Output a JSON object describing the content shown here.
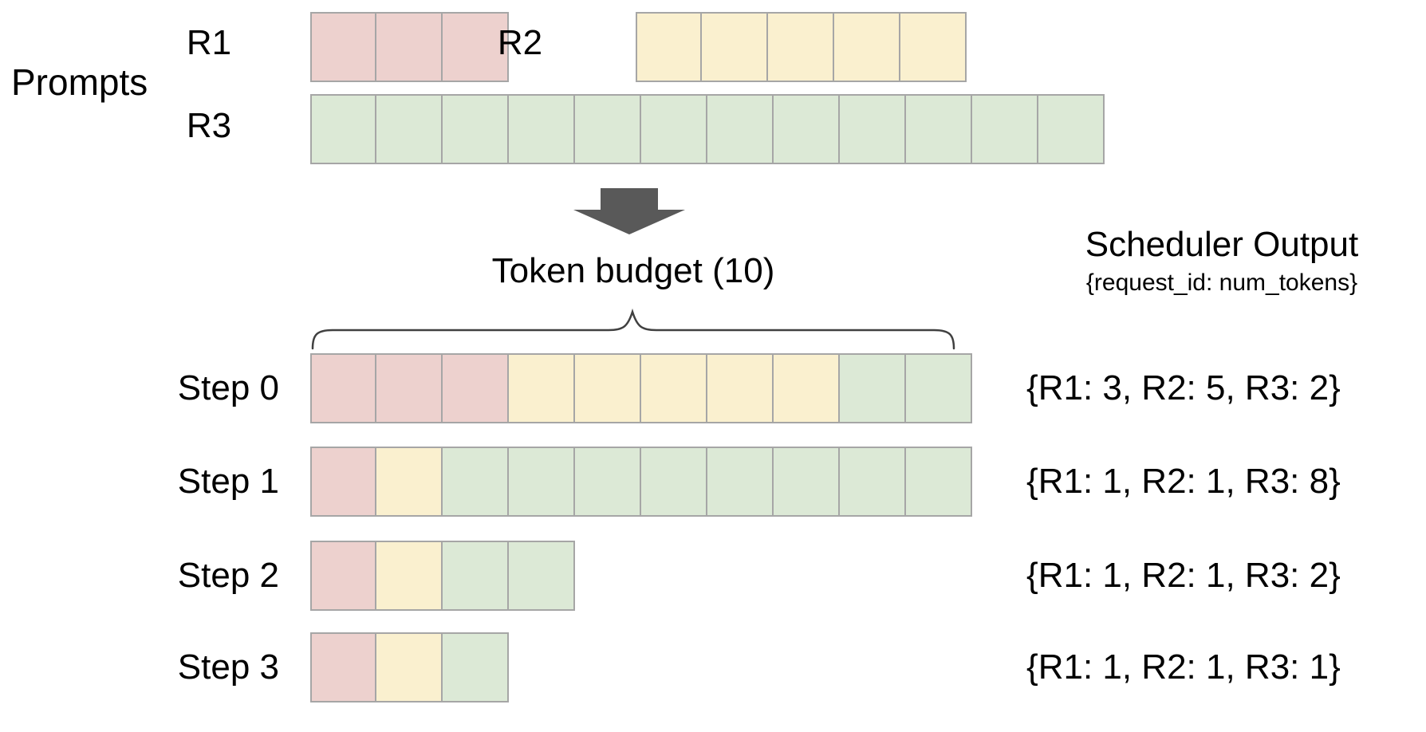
{
  "colors": {
    "requests": {
      "R1": "#edd1ce",
      "R2": "#faf0cf",
      "R3": "#dce9d6"
    },
    "cell_border": "#a6a6a6",
    "arrow": "#595959",
    "brace": "#404040",
    "text": "#000000"
  },
  "prompts": {
    "label": "Prompts",
    "rows": [
      {
        "id": "R1",
        "label": "R1",
        "segments": [
          {
            "request": "R1",
            "tokens": 3
          }
        ]
      },
      {
        "id": "R2",
        "label": "R2",
        "segments": [
          {
            "request": "R2",
            "tokens": 5
          }
        ]
      },
      {
        "id": "R3",
        "label": "R3",
        "segments": [
          {
            "request": "R3",
            "tokens": 12
          }
        ]
      }
    ]
  },
  "token_budget": {
    "label": "Token budget (10)",
    "value": 10
  },
  "scheduler": {
    "title": "Scheduler Output",
    "subtitle": "{request_id: num_tokens}",
    "steps": [
      {
        "label": "Step 0",
        "output": "{R1: 3, R2: 5, R3: 2}",
        "segments": [
          {
            "request": "R1",
            "tokens": 3
          },
          {
            "request": "R2",
            "tokens": 5
          },
          {
            "request": "R3",
            "tokens": 2
          }
        ]
      },
      {
        "label": "Step 1",
        "output": "{R1: 1, R2: 1, R3: 8}",
        "segments": [
          {
            "request": "R1",
            "tokens": 1
          },
          {
            "request": "R2",
            "tokens": 1
          },
          {
            "request": "R3",
            "tokens": 8
          }
        ]
      },
      {
        "label": "Step 2",
        "output": "{R1: 1, R2: 1, R3: 2}",
        "segments": [
          {
            "request": "R1",
            "tokens": 1
          },
          {
            "request": "R2",
            "tokens": 1
          },
          {
            "request": "R3",
            "tokens": 2
          }
        ]
      },
      {
        "label": "Step 3",
        "output": "{R1: 1, R2: 1, R3: 1}",
        "segments": [
          {
            "request": "R1",
            "tokens": 1
          },
          {
            "request": "R2",
            "tokens": 1
          },
          {
            "request": "R3",
            "tokens": 1
          }
        ]
      }
    ]
  }
}
